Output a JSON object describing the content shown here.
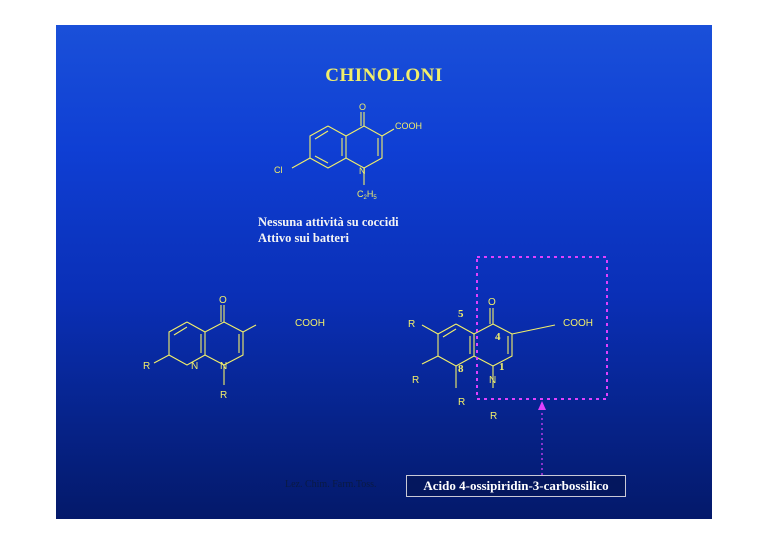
{
  "slide": {
    "title": "CHINOLONI",
    "notes": [
      "Nessuna attività su coccidi",
      "Attivo sui batteri"
    ],
    "footer": "Lez. Chim. Farm.Toss.",
    "highlight_label": "Acido 4-ossipiridin-3-carbossilico",
    "colors": {
      "bond": "#f2ef6a",
      "highlight": "#e040ff",
      "title": "#f2ef6a"
    }
  },
  "structures": {
    "top": {
      "o": "O",
      "cooh": "COOH",
      "cl": "Cl",
      "n": "N",
      "c": "C",
      "sub2": "2",
      "h": "H",
      "sub5": "5"
    },
    "left": {
      "o": "O",
      "cooh": "COOH",
      "r7": "R",
      "n8": "N",
      "n1": "N",
      "r1": "R"
    },
    "right": {
      "o": "O",
      "cooh": "COOH",
      "r6": "R",
      "r7": "R",
      "r8": "R",
      "n1": "N",
      "r1": "R",
      "num5": "5",
      "num4": "4",
      "num8": "8",
      "num1": "1"
    }
  }
}
